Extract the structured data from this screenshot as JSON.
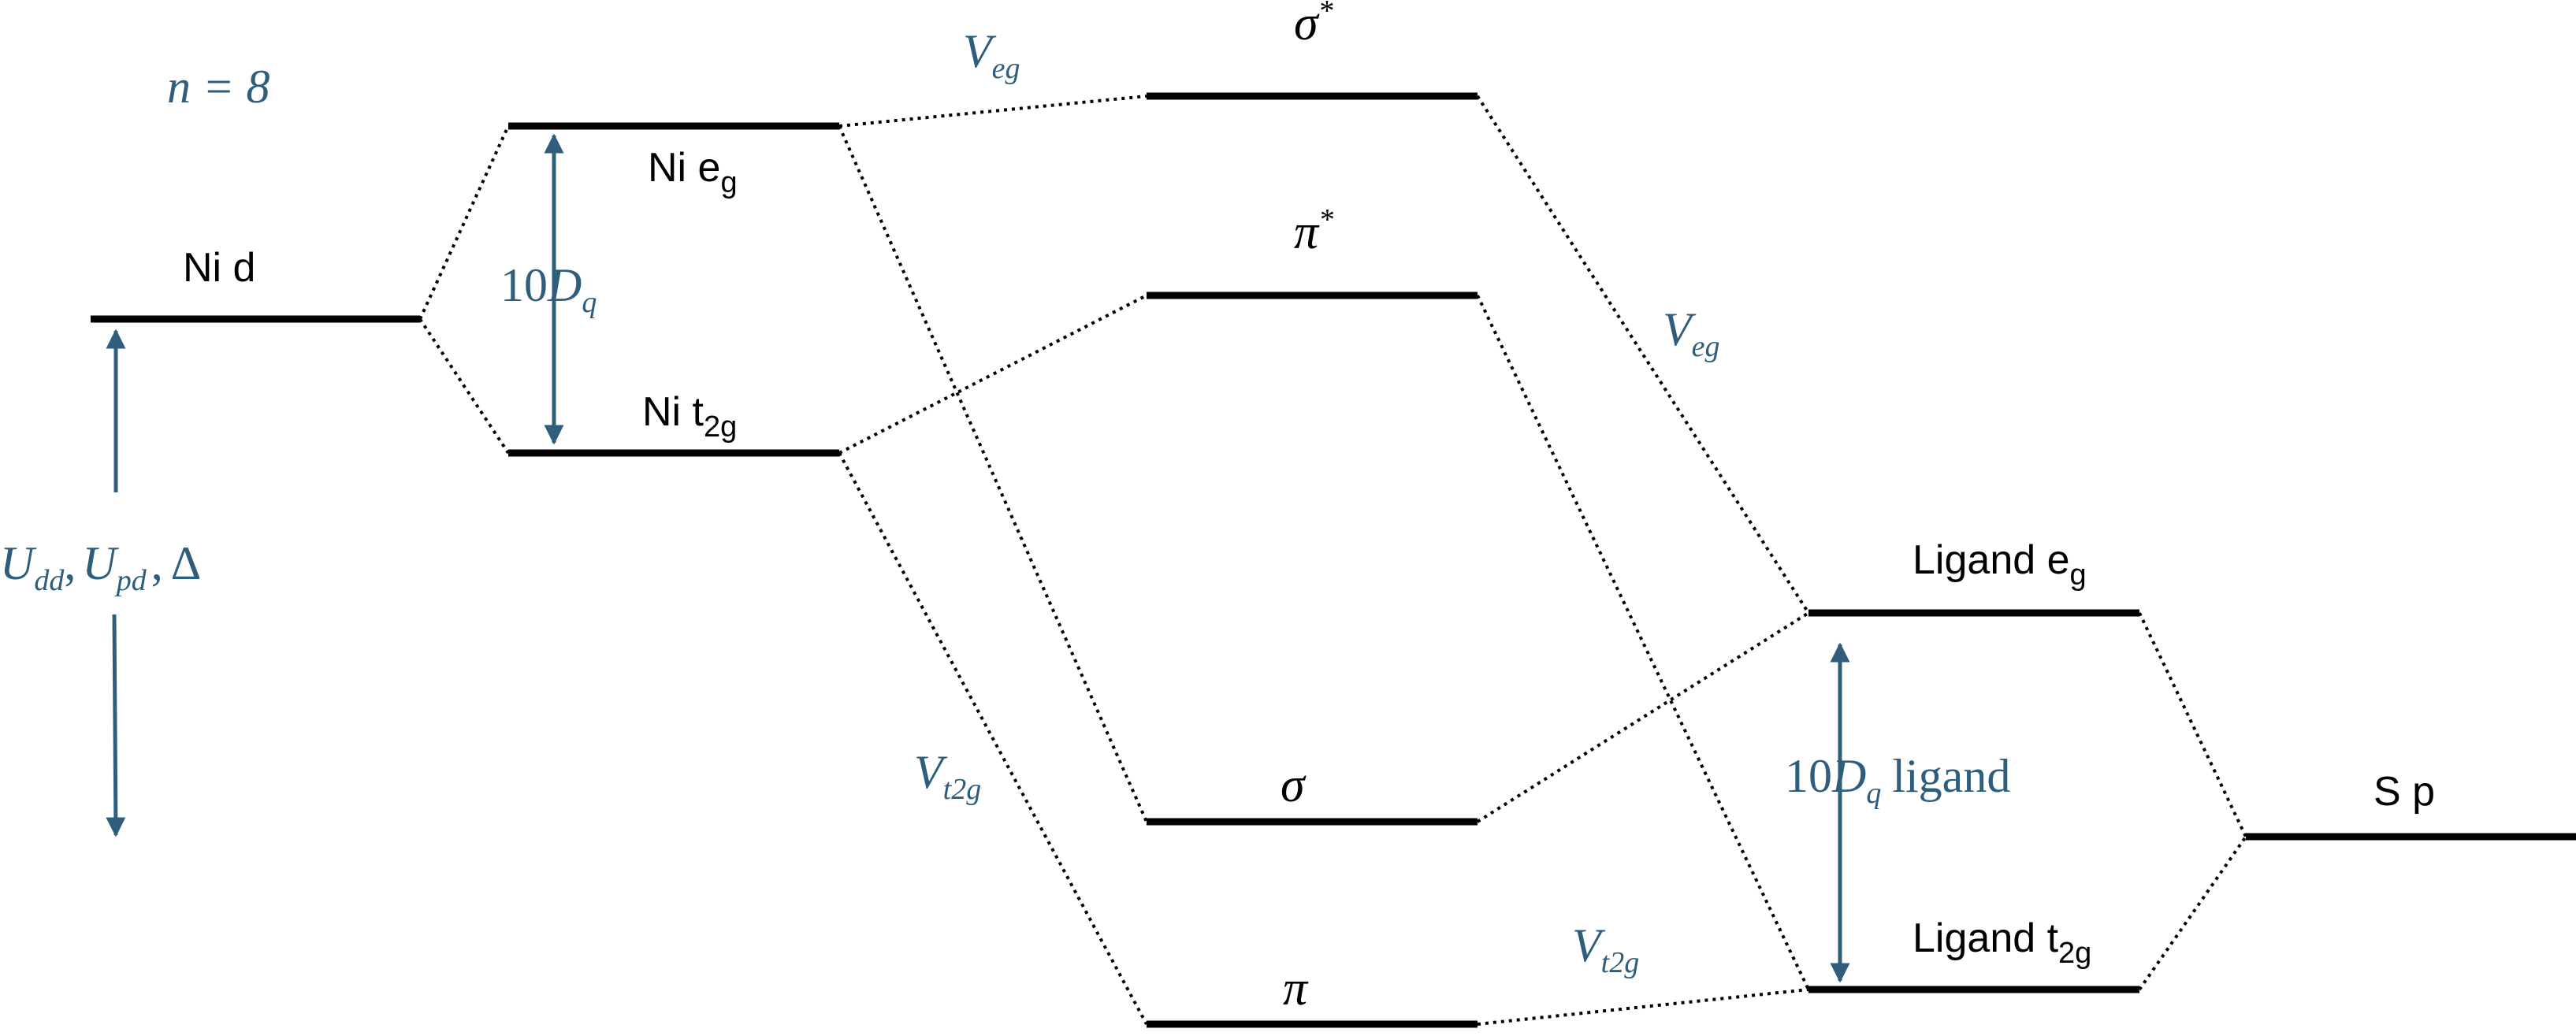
{
  "labels": {
    "n": "n = 8",
    "ni_d": "Ni d",
    "ni_eg": "Ni e",
    "ni_eg_sub": "g",
    "ni_t2g": "Ni t",
    "ni_t2g_sub": "2g",
    "sigma_star": "σ",
    "pi_star": "π",
    "star": "*",
    "sigma": "σ",
    "pi": "π",
    "lig_eg": "Ligand e",
    "lig_eg_sub": "g",
    "lig_t2g": "Ligand t",
    "lig_t2g_sub": "2g",
    "s_p": "S p",
    "ten": "10",
    "D": "D",
    "q": "q",
    "ligand_word": "ligand",
    "V": "V",
    "eg_sub": "eg",
    "t2g_sub": "t2g",
    "U": "U",
    "dd_sub": "dd",
    "pd_sub": "pd",
    "comma": ",",
    "delta": "Δ"
  },
  "colors": {
    "accent": "#2f5d7c",
    "level": "#000000"
  }
}
